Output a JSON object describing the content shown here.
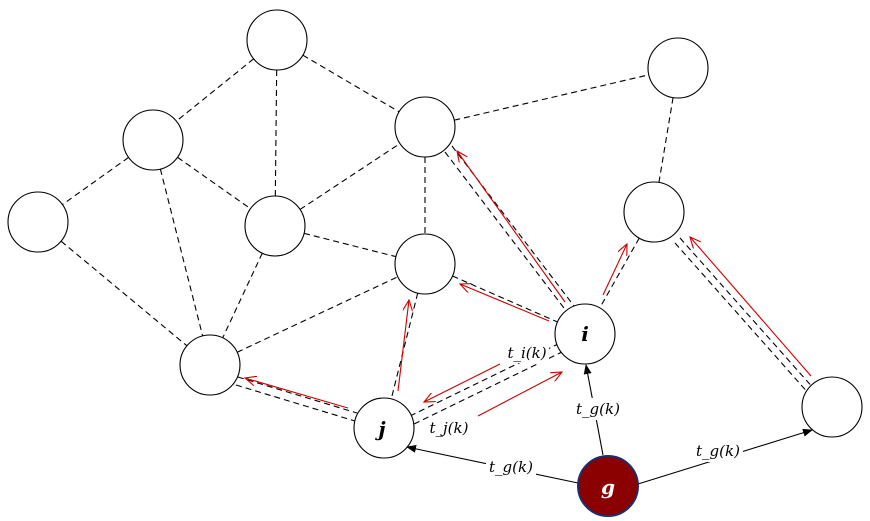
{
  "nodes": {
    "i": "i",
    "j": "j",
    "g": "g"
  },
  "edge_labels": {
    "ti_k": "t_i(k)",
    "tj_k": "t_j(k)",
    "tg_to_j": "t_g(k)",
    "tg_to_i": "t_g(k)",
    "tg_to_right": "t_g(k)"
  },
  "colors": {
    "gateway_fill": "#8b0000",
    "gateway_border": "#1a2f6b",
    "red_arrow": "#cc0000"
  }
}
